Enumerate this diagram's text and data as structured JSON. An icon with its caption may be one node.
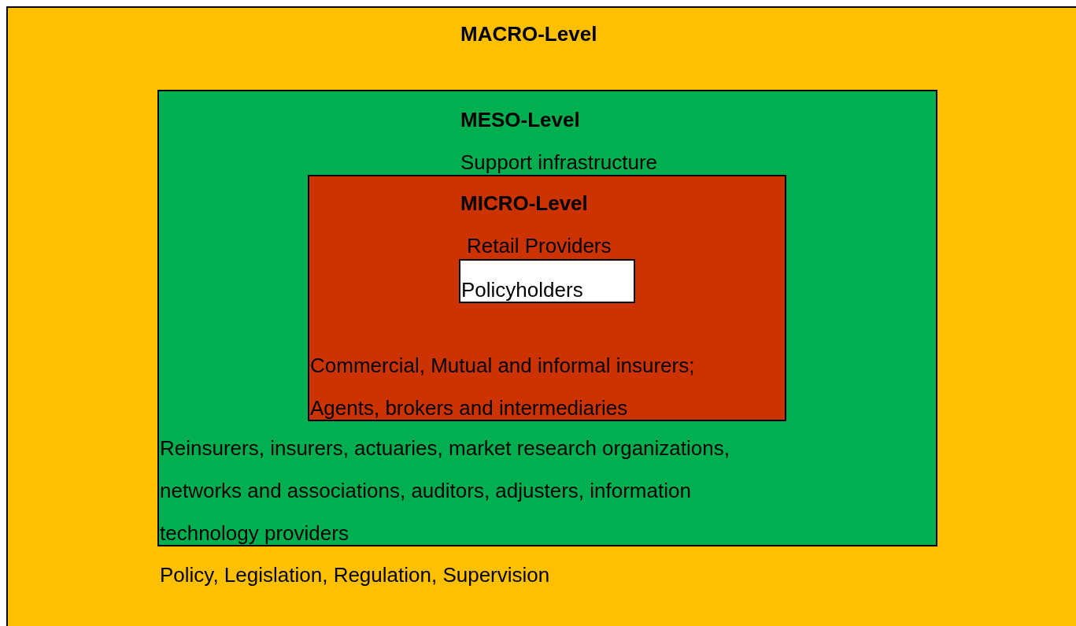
{
  "diagram": {
    "nodes": [
      {
        "text": [
          "MACRO-Level",
          "Policy, Legislation, Regulation, Supervision"
        ]
      },
      {
        "text": [
          "MESO-Level",
          "Support infrastructure",
          "Reinsurers, insurers, actuaries, market research organizations, networks and associations, auditors, adjusters, information technology providers"
        ],
        "in": 0
      },
      {
        "text": [
          "MICRO-Level",
          "Retail Providers",
          "Commercial, Mutual and informal insurers; Agents, brokers and intermediaries"
        ],
        "in": 1
      },
      {
        "text": [
          "Policyholders"
        ],
        "in": 2
      }
    ]
  }
}
